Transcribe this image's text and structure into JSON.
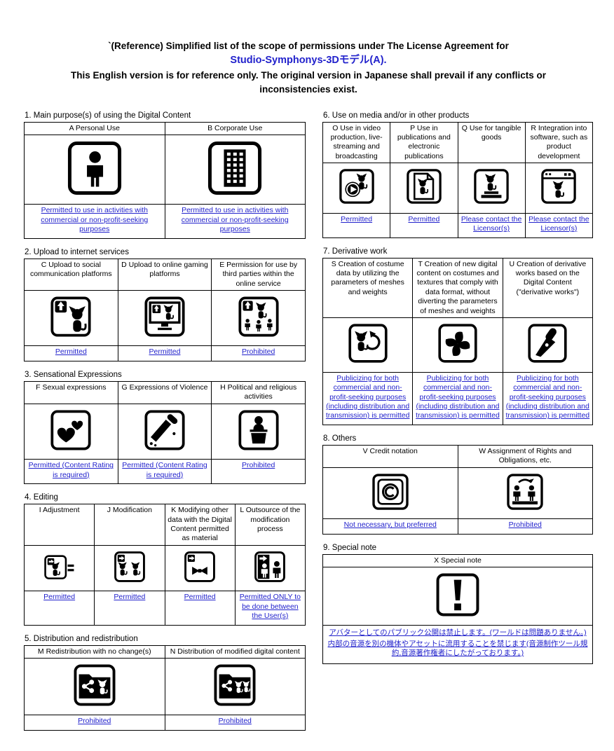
{
  "title": {
    "line1": "`(Reference) Simplified list of the scope of permissions under The License Agreement for",
    "line2": "Studio-Symphonys-3Dモデル(A).",
    "line3": "This English version is for reference only. The original version in Japanese shall prevail if any conflicts or",
    "line4": "inconsistencies exist."
  },
  "colors": {
    "accent_blue": "#2222cc",
    "text_black": "#000000"
  },
  "columns": {
    "left": [
      {
        "id": "main-purpose",
        "heading": "1. Main purpose(s) of using the Digital Content",
        "cells": [
          {
            "header": "A Personal Use",
            "icon": "person-icon",
            "status": "Permitted to use in activities with commercial or non-profit-seeking purposes"
          },
          {
            "header": "B  Corporate Use",
            "icon": "building-icon",
            "status": "Permitted to use in activities with commercial or non-profit-seeking purposes"
          }
        ]
      },
      {
        "id": "upload",
        "heading": "2. Upload to internet services",
        "cells": [
          {
            "header": "C Upload to social communication platforms",
            "icon": "upload-social-icon",
            "status": "Permitted"
          },
          {
            "header": "D Upload to online gaming platforms",
            "icon": "upload-gaming-icon",
            "status": "Permitted"
          },
          {
            "header": "E Permission for use by third parties within the online service",
            "icon": "third-party-use-icon",
            "status": "Prohibited"
          }
        ]
      },
      {
        "id": "sensational",
        "heading": "3. Sensational Expressions",
        "cells": [
          {
            "header": "F Sexual expressions",
            "icon": "hearts-icon",
            "status": "Permitted (Content Rating is required)"
          },
          {
            "header": "G Expressions of Violence",
            "icon": "knife-icon",
            "status": "Permitted (Content Rating is required)"
          },
          {
            "header": "H Political and religious activities",
            "icon": "podium-speech-icon",
            "status": "Prohibited"
          }
        ]
      },
      {
        "id": "editing",
        "heading": "4. Editing",
        "cells": [
          {
            "header": "I Adjustment",
            "icon": "adjustment-icon",
            "status": "Permitted"
          },
          {
            "header": "J Modification",
            "icon": "modification-icon",
            "status": "Permitted"
          },
          {
            "header": "K Modifying other data with the Digital Content permitted as material",
            "icon": "modify-other-data-icon",
            "status": "Permitted"
          },
          {
            "header": "L Outsource of the modification process",
            "icon": "outsource-icon",
            "status": "Permitted ONLY to be done between the User(s)"
          }
        ]
      },
      {
        "id": "distribution",
        "heading": "5. Distribution and redistribution",
        "cells": [
          {
            "header": "M Redistribution with no change(s)",
            "icon": "redistribution-icon",
            "status": "Prohibited"
          },
          {
            "header": "N Distribution of modified digital content",
            "icon": "modified-distribution-icon",
            "status": "Prohibited"
          }
        ]
      }
    ],
    "right": [
      {
        "id": "media-products",
        "heading": "6. Use on media and/or in other products",
        "cells": [
          {
            "header": "O Use in video production, live-streaming and broadcasting",
            "icon": "video-production-icon",
            "status": "Permitted"
          },
          {
            "header": "P Use in publications and electronic publications",
            "icon": "publication-icon",
            "status": "Permitted"
          },
          {
            "header": "Q Use for tangible goods",
            "icon": "tangible-goods-icon",
            "status": "Please contact the Licensor(s)"
          },
          {
            "header": "R Integration into software, such as product development",
            "icon": "software-integration-icon",
            "status": "Please contact the Licensor(s)"
          }
        ]
      },
      {
        "id": "derivative",
        "heading": "7. Derivative work",
        "cells": [
          {
            "header": "S Creation of costume data by utilizing the parameters of meshes and weights",
            "icon": "costume-data-icon",
            "status": "Publicizing for both commercial and non-profit-seeking purposes (including distribution and transmission) is permitted"
          },
          {
            "header": "T Creation of new digital content on costumes and textures that comply with data format, without diverting the parameters of meshes and weights",
            "icon": "texture-content-icon",
            "status": "Publicizing for both commercial and non-profit-seeking purposes (including distribution and transmission) is permitted"
          },
          {
            "header": "U Creation of derivative works based on the Digital Content (\"derivative works\")",
            "icon": "derivative-pen-icon",
            "status": "Publicizing for both commercial and non-profit-seeking purposes (including distribution and transmission) is permitted"
          }
        ]
      },
      {
        "id": "others",
        "heading": "8. Others",
        "cells": [
          {
            "header": "V Credit notation",
            "icon": "copyright-icon",
            "status": "Not necessary, but preferred"
          },
          {
            "header": "W Assignment of Rights and Obligations, etc.",
            "icon": "rights-assignment-icon",
            "status": "Prohibited"
          }
        ]
      },
      {
        "id": "special-note",
        "heading": "9. Special note",
        "cells": [
          {
            "header": "X Special note",
            "icon": "exclamation-icon",
            "notes": [
              "アバターとしてのパブリック公開は禁止します。(ワールドは問題ありません。)",
              "内部の音源を別の機体やアセットに流用することを禁じます(音源制作ツール規約,音源著作権者にしたがっております。)"
            ]
          }
        ]
      }
    ]
  }
}
